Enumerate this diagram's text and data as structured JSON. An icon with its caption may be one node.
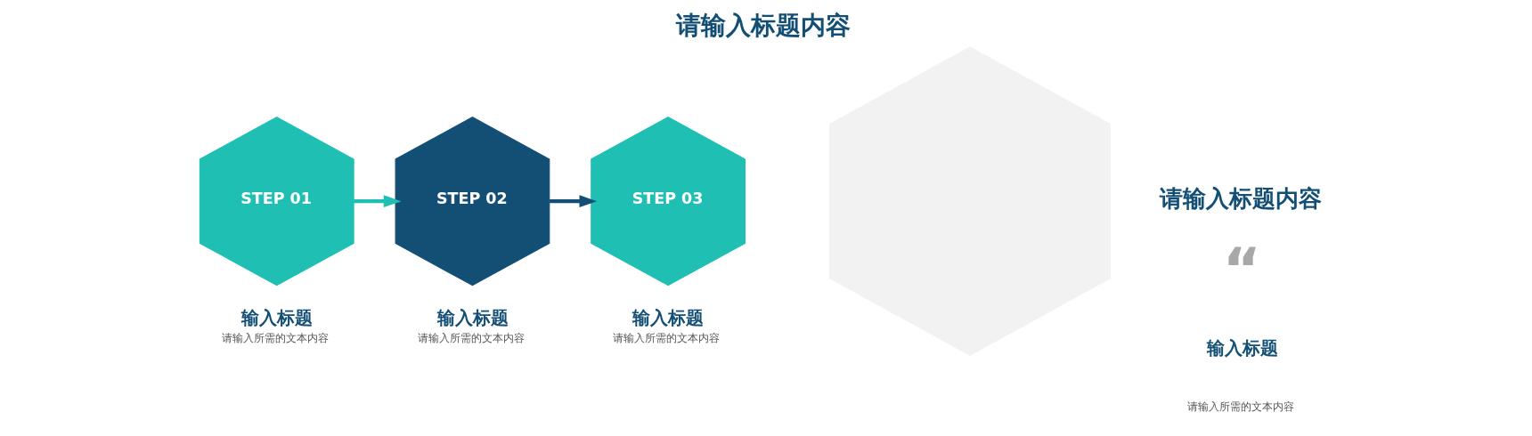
{
  "diagram": {
    "title": "请输入标题内容",
    "nodes": [
      {
        "text": [
          "STEP 01"
        ],
        "beside": [
          "输入标题",
          "请输入所需的文本内容"
        ]
      },
      {
        "text": [
          "STEP 02"
        ],
        "beside": [
          "输入标题",
          "请输入所需的文本内容"
        ]
      },
      {
        "text": [
          "STEP 03"
        ],
        "beside": [
          "输入标题",
          "请输入所需的文本内容"
        ]
      },
      {
        "text": [],
        "shape": "hexagon"
      }
    ],
    "edges": [
      {
        "from": 0,
        "to": 1,
        "arrow": "to",
        "color": "#20bfb3"
      },
      {
        "from": 1,
        "to": 2,
        "arrow": "to",
        "color": "#134f75"
      }
    ],
    "labels": [
      "请输入标题内容",
      "“",
      "输入标题",
      "请输入所需的文本内容"
    ]
  }
}
